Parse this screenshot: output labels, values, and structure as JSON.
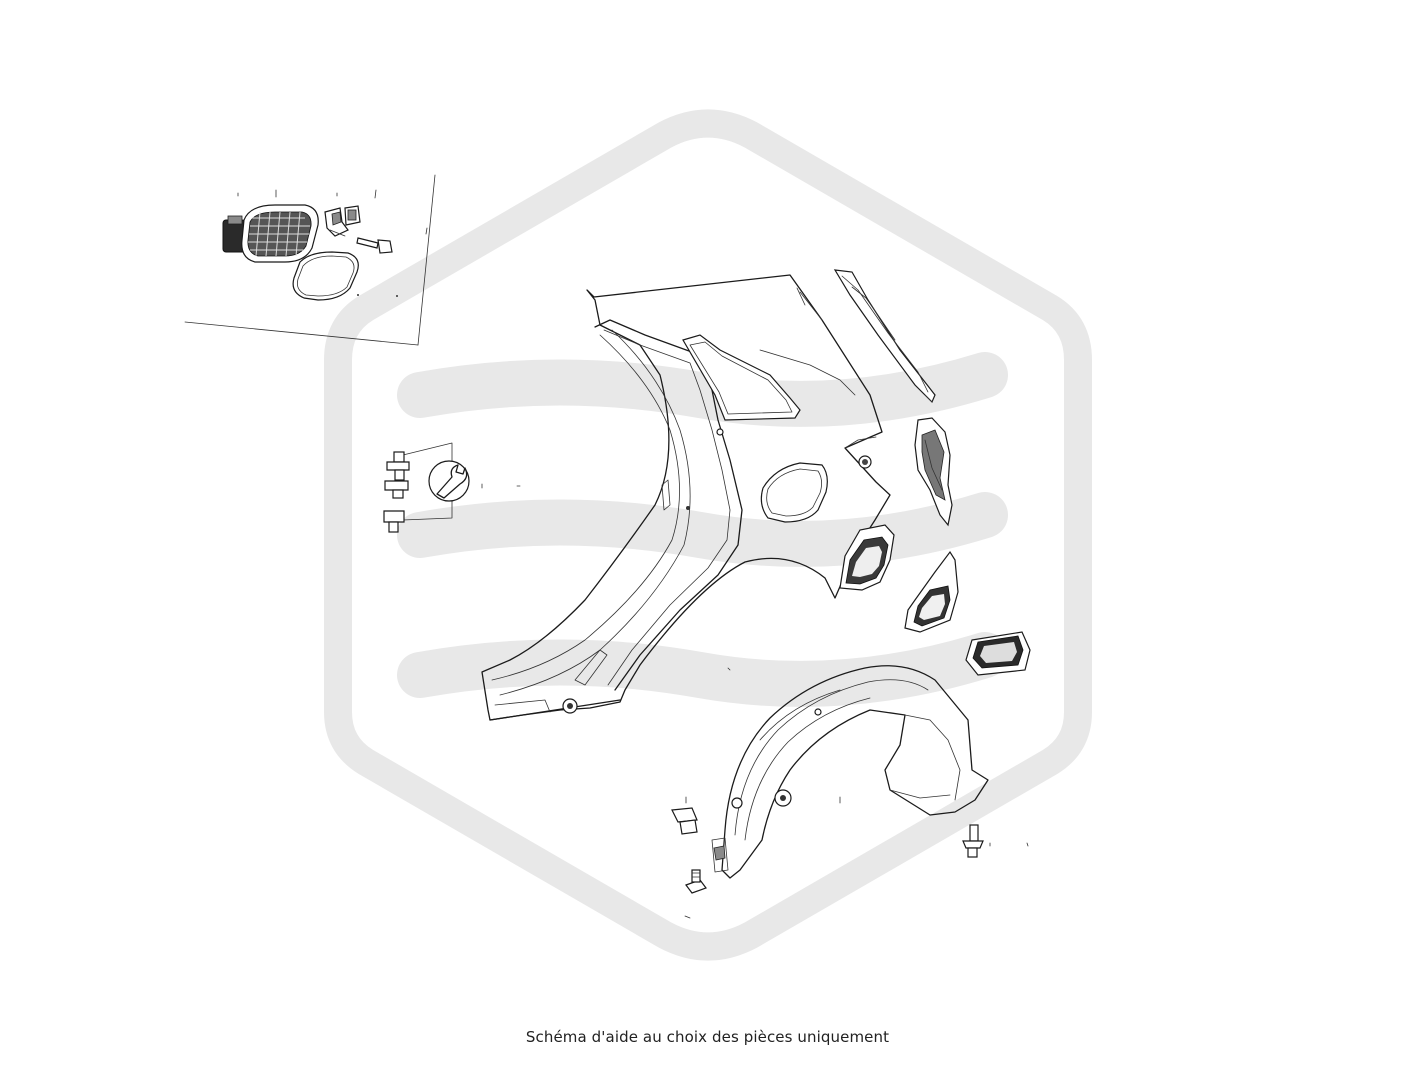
{
  "diagram": {
    "caption": "Schéma d'aide au choix des pièces uniquement",
    "watermark_color": "#e8e8e8",
    "line_color": "#1b1b1b",
    "background_color": "#ffffff"
  },
  "parts": [
    {
      "name": "fuel-filler-door-assembly"
    },
    {
      "name": "fuel-door-housing"
    },
    {
      "name": "fuel-door-hinge-spring"
    },
    {
      "name": "fuel-door-bolt"
    },
    {
      "name": "fuel-door-seal"
    },
    {
      "name": "quarter-panel"
    },
    {
      "name": "c-pillar-reinforcement"
    },
    {
      "name": "rear-panel-extension"
    },
    {
      "name": "taillamp-pocket-panel"
    },
    {
      "name": "tail-lamp-housing-bracket"
    },
    {
      "name": "wheelhouse-liner"
    },
    {
      "name": "liner-retainer-clip"
    },
    {
      "name": "liner-screw"
    },
    {
      "name": "stud-bolt"
    },
    {
      "name": "nut"
    },
    {
      "name": "tightening-torque-icon"
    }
  ]
}
